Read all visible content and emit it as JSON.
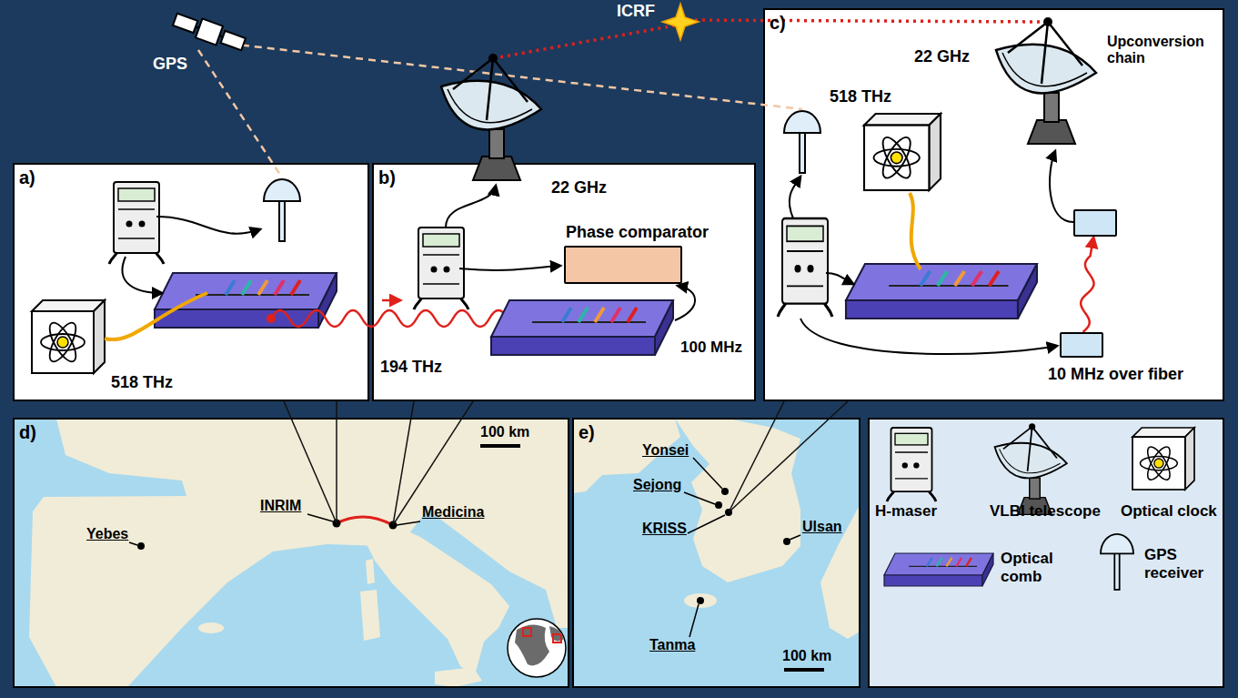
{
  "diagram": {
    "nodes": [
      {
        "text": [
          "a)"
        ]
      },
      {
        "text": [
          "b)"
        ]
      },
      {
        "text": [
          "c)"
        ]
      },
      {
        "text": [
          "Phase comparator"
        ],
        "in": 1
      },
      {
        "text": [
          "Upconversion chain"
        ],
        "in": 2
      },
      {
        "text": [
          "10 MHz over fiber"
        ],
        "in": 2
      },
      {
        "text": [
          "d)"
        ]
      },
      {
        "text": [
          "e)"
        ]
      }
    ],
    "edges": [
      {
        "from": 5,
        "to": 4,
        "arrow": "to"
      }
    ],
    "labels": [
      "GPS",
      "ICRF",
      "518 THz",
      "194 THz",
      "22 GHz",
      "100 MHz",
      "22 GHz",
      "518 THz",
      "INRIM",
      "Medicina",
      "Yebes",
      "100 km",
      "Yonsei",
      "Sejong",
      "KRISS",
      "Ulsan",
      "Tanma",
      "100 km"
    ],
    "legend": [
      {
        "text": "H-maser"
      },
      {
        "text": "VLBI telescope"
      },
      {
        "text": "Optical clock"
      },
      {
        "text": "Optical comb"
      },
      {
        "text": "GPS receiver"
      }
    ]
  }
}
